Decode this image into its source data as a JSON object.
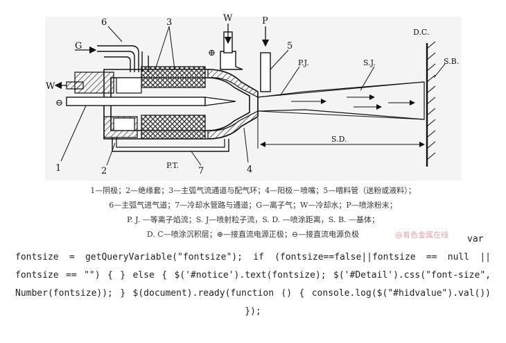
{
  "diagram": {
    "labels": {
      "n6": "6",
      "n3": "3",
      "w_top": "W",
      "p_top": "P",
      "dc": "D.C.",
      "g": "G",
      "plus": "⊕",
      "n5": "5",
      "pj": "P.J.",
      "sj": "S.J.",
      "sb": "S.B.",
      "w_left": "W",
      "minus": "⊖",
      "sd": "S.D.",
      "n1": "1",
      "n2": "2",
      "pt": "P.T.",
      "n7": "7",
      "n4": "4"
    },
    "captions": [
      "1—阴极；2—绝缘套；3—主弧气流通道与配气环；4—阳极－喷嘴；5—喂料管（送粉或液料）；",
      "6—主弧气进气道；7—冷却水管路与通道；G—离子气；W—冷却水；P—喷涂粉末；",
      "P. J. —等离子焰流；S. J—喷射粒子流，S. D. —喷涂距离，S. B. —基体；",
      "D. C—喷涂沉积层；⊕—接直流电源正极；⊖—接直流电源负极"
    ],
    "watermark": "@有色金属在线"
  },
  "code": {
    "text": "var fontsize = getQueryVariable(\"fontsize\"); if (fontsize==false||fontsize == null || fontsize == \"\") { } else { $('#notice').text(fontsize); $('#Detail').css(\"font-size\", Number(fontsize)); } $(document).ready(function () { console.log($(\"#hidvalue\").val()) });"
  }
}
